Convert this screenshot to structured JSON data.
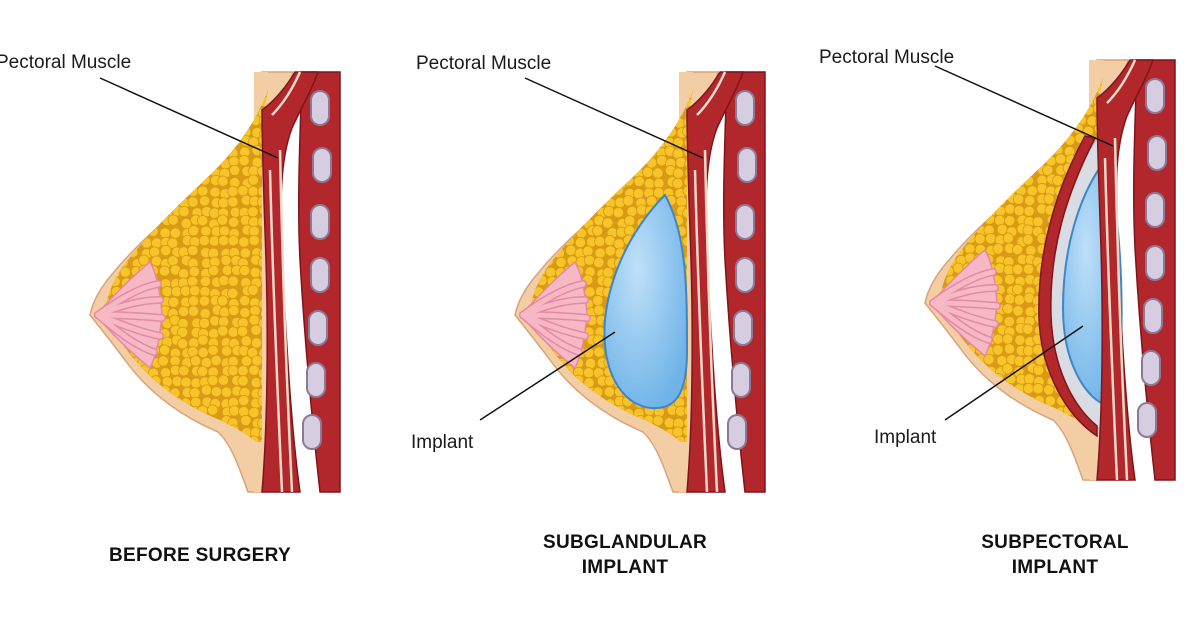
{
  "panels": [
    {
      "id": "before",
      "caption_lines": [
        "BEFORE SURGERY"
      ],
      "muscle_label": "Pectoral Muscle"
    },
    {
      "id": "subglandular",
      "caption_lines": [
        "SUBGLANDULAR",
        "IMPLANT"
      ],
      "muscle_label": "Pectoral Muscle",
      "implant_label": "Implant"
    },
    {
      "id": "subpectoral",
      "caption_lines": [
        "SUBPECTORAL",
        "IMPLANT"
      ],
      "muscle_label": "Pectoral Muscle",
      "implant_label": "Implant"
    }
  ],
  "colors": {
    "background": "#ffffff",
    "skin": "#f3cda4",
    "skin_outline": "#d9a479",
    "fat": "#f7c52a",
    "fat_shadow": "#d99a16",
    "gland_pink": "#f6b8c4",
    "gland_outline": "#e48aa2",
    "muscle": "#b2272c",
    "muscle_dark": "#7e151b",
    "rib": "#d6cde0",
    "rib_outline": "#8a7a96",
    "implant": "#6fb3e8",
    "implant_highlight": "#bfe0f8",
    "implant_outline": "#3f86c6",
    "pocket": "#d9dde3",
    "leader_line": "#111111"
  },
  "icons": [
    "breast-cross-section-illustration",
    "rib-icon",
    "implant-icon"
  ]
}
